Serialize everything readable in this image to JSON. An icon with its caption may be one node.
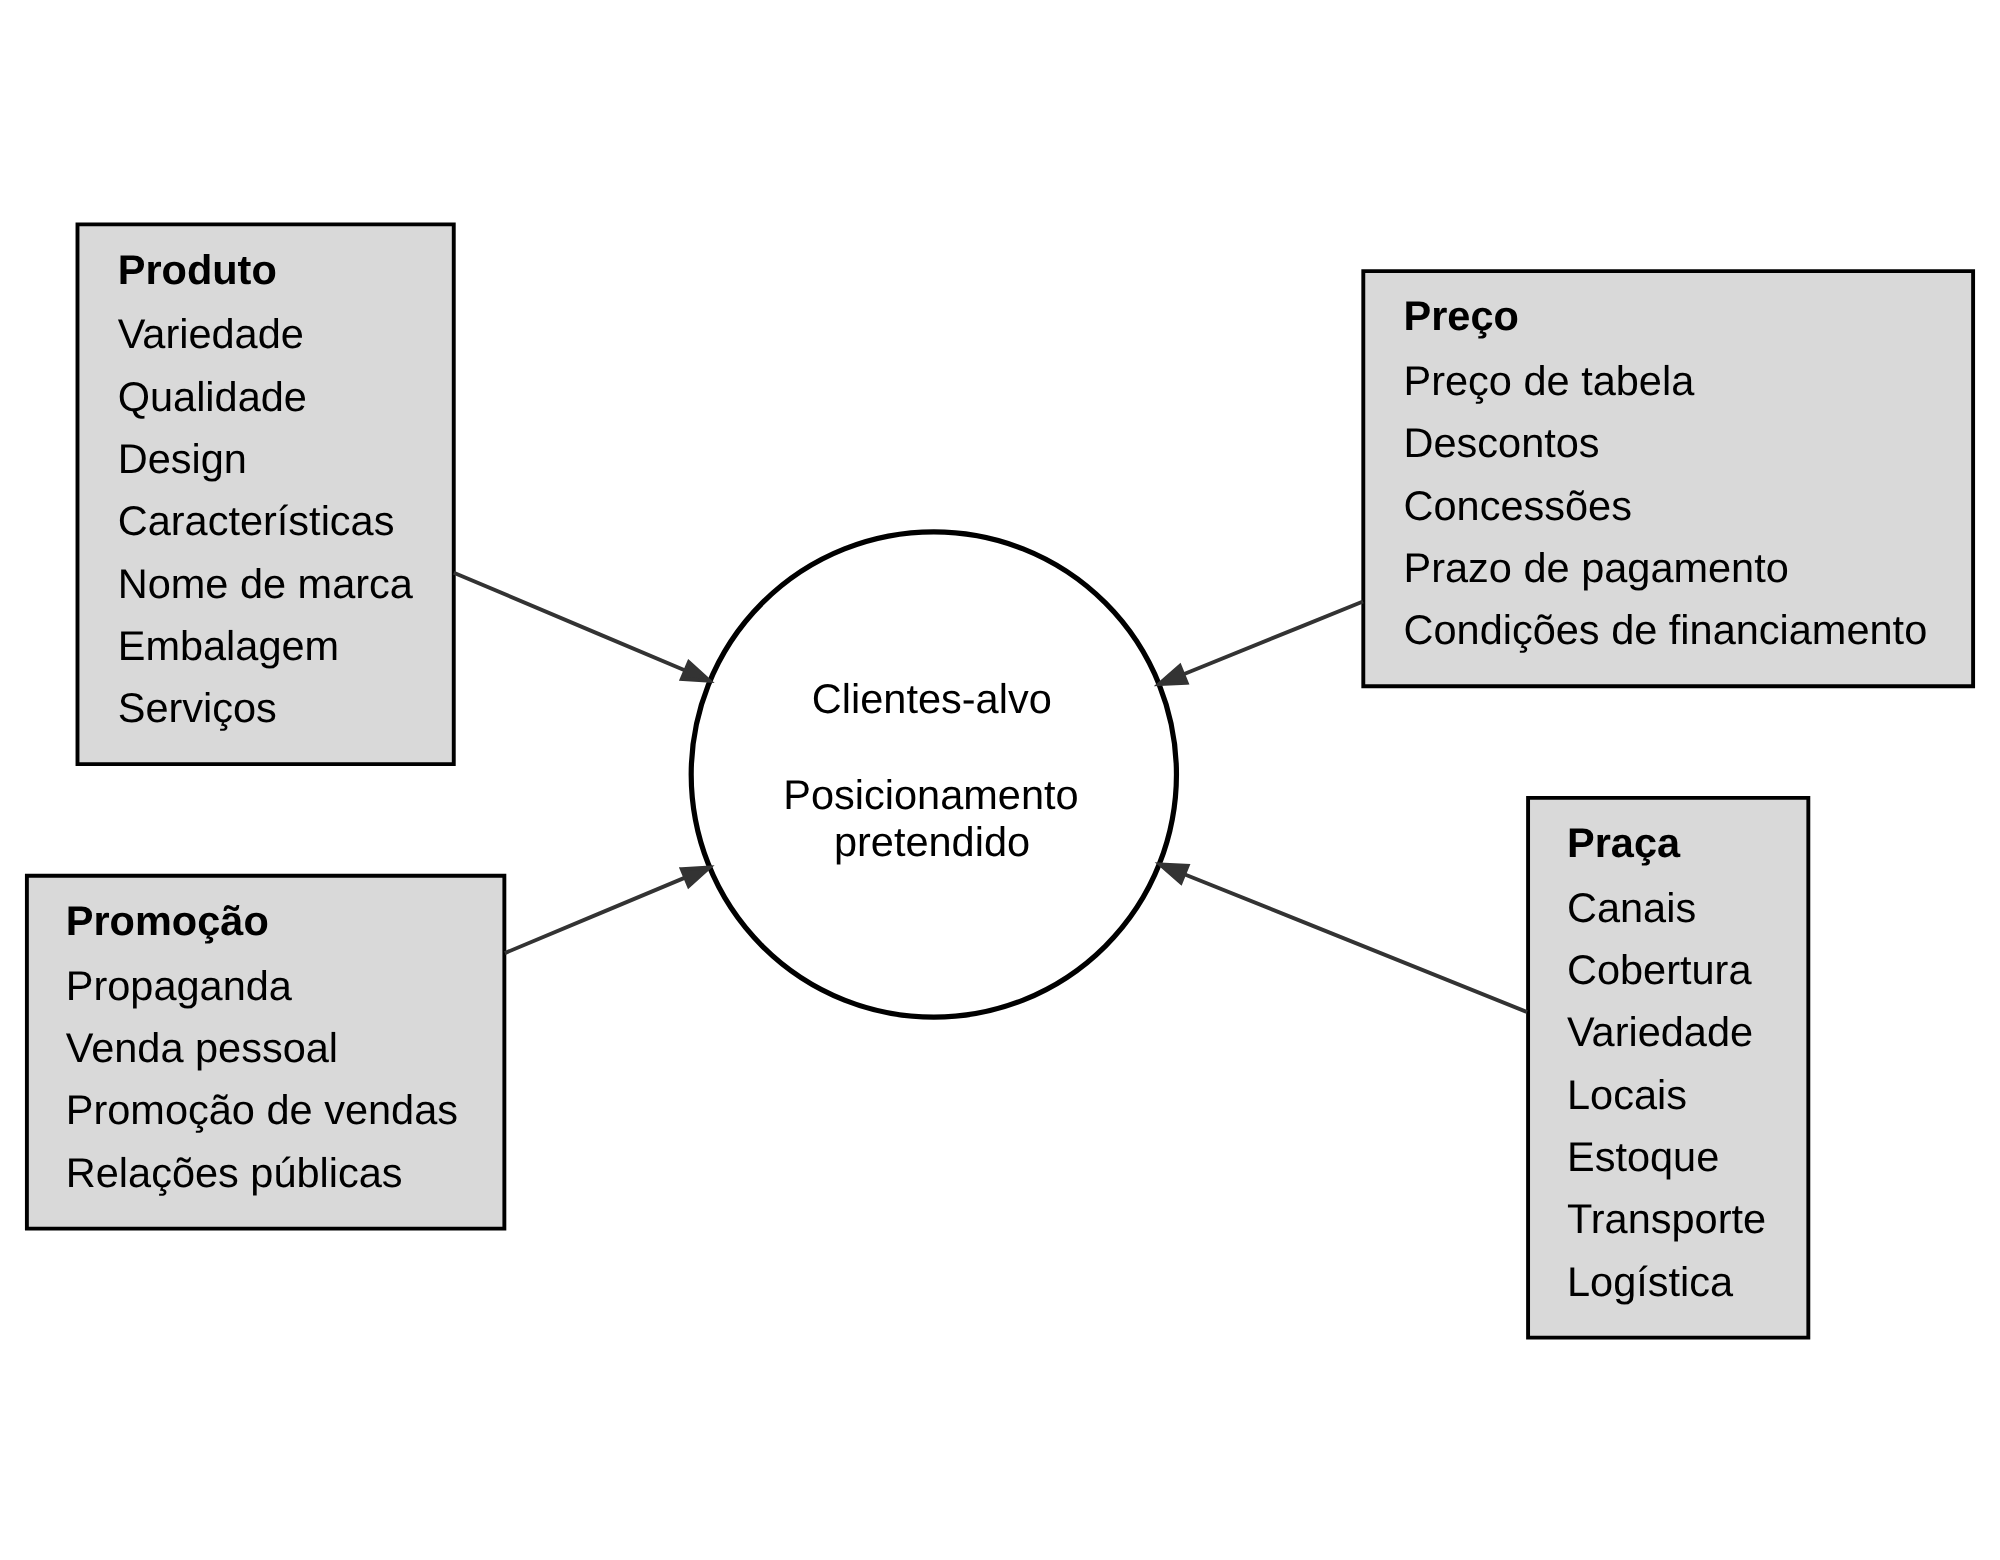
{
  "diagram": {
    "nodes": [
      {
        "text": [
          "Produto",
          "Variedade",
          "Qualidade",
          "Design",
          "Características",
          "Nome de marca",
          "Embalagem",
          "Serviços"
        ]
      },
      {
        "text": [
          "Preço",
          "Preço de tabela",
          "Descontos",
          "Concessões",
          "Prazo de pagamento",
          "Condições de financiamento"
        ]
      },
      {
        "text": [
          "Clientes-alvo",
          "Posicionamento pretendido"
        ]
      },
      {
        "text": [
          "Promoção",
          "Propaganda",
          "Venda pessoal",
          "Promoção de vendas",
          "Relações públicas"
        ]
      },
      {
        "text": [
          "Praça",
          "Canais",
          "Cobertura",
          "Variedade",
          "Locais",
          "Estoque",
          "Transporte",
          "Logística"
        ]
      }
    ],
    "edges": [
      {
        "from": 0,
        "to": 2,
        "arrow": "to"
      },
      {
        "from": 1,
        "to": 2,
        "arrow": "to"
      },
      {
        "from": 3,
        "to": 2,
        "arrow": "to"
      },
      {
        "from": 4,
        "to": 2,
        "arrow": "to"
      }
    ]
  }
}
